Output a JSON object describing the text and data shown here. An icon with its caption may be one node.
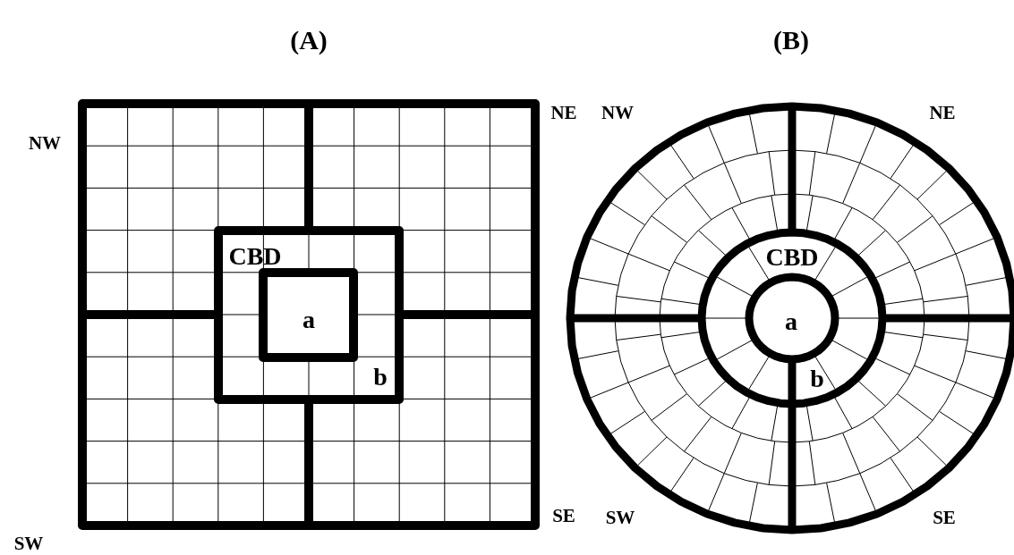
{
  "diagram": {
    "nodes": [
      {
        "text": [],
        "shape": "box"
      },
      {
        "text": [
          "CBD",
          "b"
        ],
        "in": 0
      },
      {
        "text": [
          "a"
        ],
        "in": 1
      },
      {
        "text": [],
        "shape": "circle"
      },
      {
        "text": [
          "CBD",
          "b"
        ],
        "in": 3
      },
      {
        "text": [
          "a"
        ],
        "in": 4
      }
    ],
    "labels": [
      "(A)",
      "(B)",
      "NE",
      "NW",
      "NE",
      "NW",
      "SE",
      "SW",
      "SE",
      "SW"
    ]
  }
}
